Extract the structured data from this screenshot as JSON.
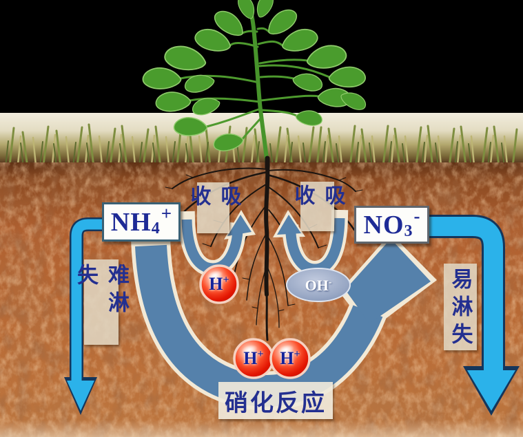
{
  "labels": {
    "ammonium": {
      "base": "NH",
      "sub": "4",
      "sup": "+"
    },
    "nitrate": {
      "base": "NO",
      "sub": "3",
      "sup": "-"
    },
    "absorb_left": "吸收",
    "absorb_right": "吸收",
    "hard_to_leach": "难淋失",
    "easy_to_leach": "易淋失",
    "nitrification": "硝化反应",
    "hydrogen": {
      "base": "H",
      "sup": "+"
    },
    "hydroxide": {
      "base": "OH",
      "sup": "-"
    }
  },
  "colors": {
    "arrow_band_blue": "#5581ab",
    "arrow_outline_cream": "#f2e9d6",
    "leach_arrow_cyan": "#2bb2ea",
    "leach_arrow_outline": "#14365c",
    "label_text_navy": "#1e2b96",
    "ion_red": "#e82300",
    "hydroxide_fill": "#8fa0bf",
    "soil_brown": "#b2622c",
    "plant_green": "#4a9c2d",
    "sky_black": "#000000",
    "box_beige": "#e0d6c2"
  }
}
